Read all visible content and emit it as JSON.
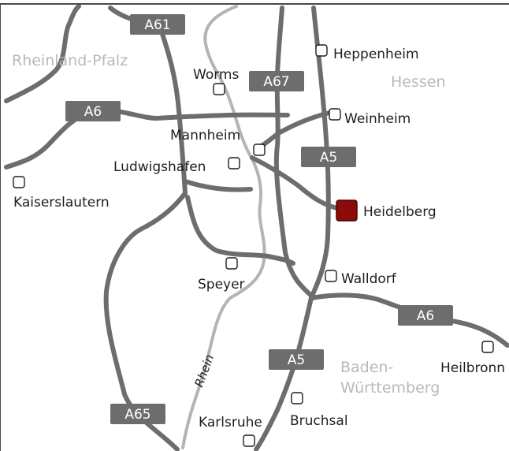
{
  "regions": {
    "rheinland_pfalz": "Rheinland-Pfalz",
    "hessen": "Hessen",
    "baden_line1": "Baden-",
    "baden_line2": "Württemberg"
  },
  "cities": {
    "heppenheim": "Heppenheim",
    "worms": "Worms",
    "weinheim": "Weinheim",
    "mannheim": "Mannheim",
    "ludwigshafen": "Ludwigshafen",
    "kaiserslautern": "Kaiserslautern",
    "heidelberg": "Heidelberg",
    "speyer": "Speyer",
    "walldorf": "Walldorf",
    "heilbronn": "Heilbronn",
    "bruchsal": "Bruchsal",
    "karlsruhe": "Karlsruhe"
  },
  "roads": {
    "a61": "A61",
    "a67": "A67",
    "a6_west": "A6",
    "a5_north": "A5",
    "a6_east": "A6",
    "a5_south": "A5",
    "a65": "A65"
  },
  "river": {
    "name": "Rhein"
  },
  "colors": {
    "road": "#6d6d6d",
    "river": "#b4b4b4",
    "shield": "#6d6d6d",
    "highlight_city": "#8b0a0a",
    "region_label": "#b9b9b9"
  }
}
